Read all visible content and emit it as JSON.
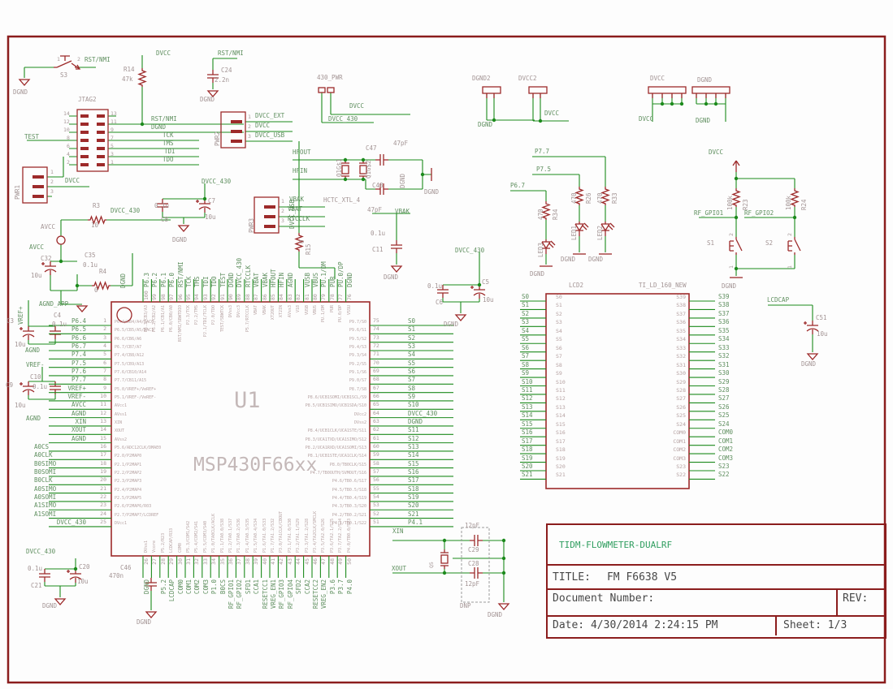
{
  "colors": {
    "wire": "#1c8a1c",
    "part": "#9d2a2a",
    "frame": "#8b1d1d",
    "net_label": "#5f8f5f",
    "part_name": "#a39494",
    "project_green": "#2f9e5f"
  },
  "title_block": {
    "project": "TIDM-FLOWMETER-DUALRF",
    "title_label": "TITLE:",
    "title": "FM F6638 V5",
    "doc_label": "Document Number:",
    "rev_label": "REV:",
    "date_label": "Date:",
    "date": "4/30/2014 2:24:15 PM",
    "sheet_label": "Sheet:",
    "sheet": "1/3"
  },
  "u1": {
    "ref": "U1",
    "value": "MSP430F66xx",
    "left": [
      [
        "1",
        "P6.4",
        "P6.4/CB4/A4/DAC0"
      ],
      [
        "2",
        "P6.5",
        "P6.5/CB5/A5/DAC1"
      ],
      [
        "3",
        "P6.6",
        "P6.6/CB6/A6"
      ],
      [
        "4",
        "P6.7",
        "P6.7/CB7/A7"
      ],
      [
        "5",
        "P7.4",
        "P7.4/CB8/A12"
      ],
      [
        "6",
        "P7.5",
        "P7.5/CB9/A13"
      ],
      [
        "7",
        "P7.6",
        "P7.6/CB10/A14"
      ],
      [
        "8",
        "P7.7",
        "P7.7/CB11/A15"
      ],
      [
        "9",
        "VREF+",
        "P5.0/VREF+/VeREF+"
      ],
      [
        "10",
        "VREF-",
        "P5.1/VREF-/VeREF-"
      ],
      [
        "11",
        "AVCC",
        "AVcc1"
      ],
      [
        "12",
        "AGND",
        "AVss1"
      ],
      [
        "13",
        "XIN",
        "XIN"
      ],
      [
        "14",
        "XOUT",
        "XOUT"
      ],
      [
        "15",
        "AGND",
        "AVss2"
      ],
      [
        "16",
        "A0CS",
        "P5.6/ADC12CLK/DMAE0"
      ],
      [
        "17",
        "A0CLK",
        "P2.0/P2MAP0"
      ],
      [
        "18",
        "B0SIMO",
        "P2.1/P2MAP1"
      ],
      [
        "19",
        "B0SOMI",
        "P2.2/P2MAP2"
      ],
      [
        "20",
        "B0CLK",
        "P2.3/P2MAP3"
      ],
      [
        "21",
        "A0SIMO",
        "P2.4/P2MAP4"
      ],
      [
        "22",
        "A0SOMI",
        "P2.5/P2MAP5"
      ],
      [
        "23",
        "A1SIMO",
        "P2.6/P2MAP6/R03"
      ],
      [
        "24",
        "A1SOMI",
        "P2.7/P2MAP7/LCDREF"
      ],
      [
        "25",
        "DVCC_430",
        "DVcc1"
      ]
    ],
    "right": [
      [
        "75",
        "S0",
        "P9.7/S0"
      ],
      [
        "74",
        "S1",
        "P9.6/S1"
      ],
      [
        "73",
        "S2",
        "P9.5/S2"
      ],
      [
        "72",
        "S3",
        "P9.4/S3"
      ],
      [
        "71",
        "S4",
        "P9.3/S4"
      ],
      [
        "70",
        "S5",
        "P9.2/S5"
      ],
      [
        "69",
        "S6",
        "P9.1/S6"
      ],
      [
        "68",
        "S7",
        "P9.0/S7"
      ],
      [
        "67",
        "S8",
        "P8.7/S8"
      ],
      [
        "66",
        "S9",
        "P8.6/UCB1SOMI/UCB1SCL/S9"
      ],
      [
        "65",
        "S10",
        "P8.5/UCB1SIMO/UCB1SDA/S10"
      ],
      [
        "64",
        "DVCC_430",
        "DVcc2"
      ],
      [
        "63",
        "DGND",
        "DVss2"
      ],
      [
        "62",
        "S11",
        "P8.4/UCB1CLK/UCA1STE/S11"
      ],
      [
        "61",
        "S12",
        "P8.3/UCA1TXD/UCA1SIMO/S12"
      ],
      [
        "60",
        "S13",
        "P8.2/UCA1RXD/UCA1SOMI/S13"
      ],
      [
        "59",
        "S14",
        "P8.1/UCB1STE/UCA1CLK/S14"
      ],
      [
        "58",
        "S15",
        "P8.0/TB0CLK/S15"
      ],
      [
        "57",
        "S16",
        "P4.7/TB0OUTH/SVMOUT/S16"
      ],
      [
        "56",
        "S17",
        "P4.6/TB0.6/S17"
      ],
      [
        "55",
        "S18",
        "P4.5/TB0.5/S18"
      ],
      [
        "54",
        "S19",
        "P4.4/TB0.4/S19"
      ],
      [
        "53",
        "S20",
        "P4.3/TB0.3/S20"
      ],
      [
        "52",
        "S21",
        "P4.2/TB0.2/S21"
      ],
      [
        "51",
        "P4.1",
        "P4.1/TB0.1/S22"
      ]
    ],
    "top": [
      [
        "100",
        "P6.3",
        "P6.3/CB3/A3"
      ],
      [
        "99",
        "P6.2",
        "P6.2/CB2/A2"
      ],
      [
        "98",
        "P6.1",
        "P6.1/CB1/A1"
      ],
      [
        "97",
        "P6.0",
        "P6.0/CB0/A0"
      ],
      [
        "96",
        "RST/NMI",
        "RST/NMI/SBWTDIO"
      ],
      [
        "95",
        "TCK",
        "PJ.3/TCK"
      ],
      [
        "94",
        "TMS",
        "PJ.2/TMS"
      ],
      [
        "93",
        "TDI",
        "PJ.1/TDI/TCLK"
      ],
      [
        "92",
        "TDO",
        "PJ.0/TDO"
      ],
      [
        "91",
        "TEST",
        "TEST/SBWTCK"
      ],
      [
        "90",
        "DGND",
        "DVss3"
      ],
      [
        "89",
        "DVCC_430",
        "DVcc3"
      ],
      [
        "88",
        "RTCCLK",
        "P5.7/RTCCLK"
      ],
      [
        "87",
        "VBAT",
        "VBAT"
      ],
      [
        "86",
        "VBAK",
        "VBAK"
      ],
      [
        "85",
        "HFOUT",
        "XT2OUT"
      ],
      [
        "84",
        "HFIN",
        "XT2IN"
      ],
      [
        "83",
        "AGND",
        "AVss3"
      ],
      [
        "82",
        "",
        "V18"
      ],
      [
        "81",
        "VUSB",
        "VUSB"
      ],
      [
        "80",
        "VBUS",
        "VBUS"
      ],
      [
        "79",
        "PU.1/DM",
        "PU.1/DM"
      ],
      [
        "78",
        "PUR",
        "PUR"
      ],
      [
        "77",
        "PU.0/DP",
        "PU.0/DP"
      ],
      [
        "76",
        "DGND",
        "VSSU"
      ]
    ],
    "bottom": [
      [
        "26",
        "DGND",
        "DVss1"
      ],
      [
        "27",
        "",
        "Vcore"
      ],
      [
        "28",
        "P5.2",
        "P5.2/R23"
      ],
      [
        "29",
        "LCDCAP",
        "LCDCAP/R33"
      ],
      [
        "30",
        "COM0",
        "COM0"
      ],
      [
        "31",
        "COM1",
        "P5.3/COM1/S42"
      ],
      [
        "32",
        "COM2",
        "P5.4/COM2/S41"
      ],
      [
        "33",
        "COM3",
        "P5.5/COM3/S40"
      ],
      [
        "34",
        "P1.0",
        "P1.0/TA0CLK/ACLK"
      ],
      [
        "35",
        "B0CS",
        "P1.1/TA0.0/S38"
      ],
      [
        "36",
        "RF_GPIO1",
        "P1.2/TA0.1/S37"
      ],
      [
        "37",
        "RF_GPIO2",
        "P1.3/TA0.2/S36"
      ],
      [
        "38",
        "SFD1",
        "P1.4/TA0.3/S35"
      ],
      [
        "39",
        "CCA1",
        "P1.5/TA0.4/S34"
      ],
      [
        "40",
        "RESETCC1",
        "P1.6/TA1.0/S33"
      ],
      [
        "41",
        "VREG_EN1",
        "P1.7/TA1.2/S32"
      ],
      [
        "42",
        "RF_GPIO3",
        "P3.0/TA1CLK/CBOUT"
      ],
      [
        "43",
        "RF_GPIO4",
        "P3.1/TA1.0/S30"
      ],
      [
        "44",
        "SFD2",
        "P3.2/TA1.1/S29"
      ],
      [
        "45",
        "CCA2",
        "P3.3/TA1.2/S28"
      ],
      [
        "46",
        "RESETCC2",
        "P3.4/TA2CLK/SMCLK"
      ],
      [
        "47",
        "VREG_EN2",
        "P3.5/TA2.0/S26"
      ],
      [
        "48",
        "P3.6",
        "P3.6/TA2.1/S25"
      ],
      [
        "49",
        "P3.7",
        "P3.7/TA2.2/S24"
      ],
      [
        "50",
        "P4.0",
        "P4.0/TB0.0/S23"
      ]
    ]
  },
  "lcd": {
    "ref": "LCD2",
    "value": "TI_LD_160_NEW",
    "left": [
      "S0",
      "S1",
      "S2",
      "S3",
      "S4",
      "S5",
      "S6",
      "S7",
      "S8",
      "S9",
      "S10",
      "S11",
      "S12",
      "S13",
      "S14",
      "S15",
      "S16",
      "S17",
      "S18",
      "S19",
      "S20",
      "S21"
    ],
    "right": [
      "S39",
      "S38",
      "S37",
      "S36",
      "S35",
      "S34",
      "S33",
      "S32",
      "S31",
      "S30",
      "S29",
      "S28",
      "S27",
      "S26",
      "S25",
      "S24",
      "COM0",
      "COM1",
      "COM2",
      "COM3",
      "S23",
      "S22"
    ]
  },
  "labels": [
    [
      "1",
      70,
      70,
      "num"
    ],
    [
      "2",
      95,
      70,
      "num"
    ],
    [
      "RST/NMI",
      104,
      70,
      "net"
    ],
    [
      "S3",
      74,
      89,
      "name"
    ],
    [
      "DGND",
      16,
      110,
      "name"
    ],
    [
      "DVCC",
      192,
      62,
      "net"
    ],
    [
      "R14",
      152,
      82,
      "name"
    ],
    [
      "47k",
      150,
      94,
      "name"
    ],
    [
      "RST/NMI",
      268,
      62,
      "net"
    ],
    [
      "C24",
      272,
      83,
      "name"
    ],
    [
      "2.2n",
      264,
      95,
      "name"
    ],
    [
      "DGND",
      246,
      119,
      "name"
    ],
    [
      "JTAG2",
      96,
      119,
      "name"
    ],
    [
      "TEST",
      30,
      165,
      "net"
    ],
    [
      "14",
      78,
      137,
      "num"
    ],
    [
      "12",
      78,
      147,
      "num"
    ],
    [
      "10",
      78,
      157,
      "num"
    ],
    [
      "8",
      82,
      167,
      "num"
    ],
    [
      "6",
      82,
      177,
      "num"
    ],
    [
      "4",
      82,
      187,
      "num"
    ],
    [
      "2",
      82,
      197,
      "num"
    ],
    [
      "13",
      136,
      137,
      "num"
    ],
    [
      "11",
      136,
      147,
      "num"
    ],
    [
      "9",
      136,
      157,
      "num"
    ],
    [
      "7",
      136,
      167,
      "num"
    ],
    [
      "5",
      136,
      177,
      "num"
    ],
    [
      "3",
      136,
      187,
      "num"
    ],
    [
      "1",
      136,
      197,
      "num"
    ],
    [
      "RST/NMI",
      186,
      143,
      "net"
    ],
    [
      "DGND",
      186,
      153,
      "net"
    ],
    [
      "TCK",
      200,
      163,
      "net"
    ],
    [
      "TMS",
      200,
      173,
      "net"
    ],
    [
      "TDI",
      202,
      183,
      "net"
    ],
    [
      "TDO",
      200,
      193,
      "net"
    ],
    [
      "PWR1",
      18,
      246,
      "name",
      "up"
    ],
    [
      "1",
      62,
      209,
      "num"
    ],
    [
      "2",
      62,
      221,
      "num"
    ],
    [
      "3",
      62,
      233,
      "num"
    ],
    [
      "DVCC",
      80,
      219,
      "net"
    ],
    [
      "PWR2",
      264,
      180,
      "name",
      "up"
    ],
    [
      "1",
      305,
      141,
      "num"
    ],
    [
      "2",
      305,
      153,
      "num"
    ],
    [
      "3",
      305,
      165,
      "num"
    ],
    [
      "DVCC_EXT",
      314,
      139,
      "net"
    ],
    [
      "DVCC",
      314,
      151,
      "net"
    ],
    [
      "DVCC_USB",
      314,
      163,
      "net"
    ],
    [
      "430_PWR",
      390,
      92,
      "name"
    ],
    [
      "DVCC",
      430,
      127,
      "net"
    ],
    [
      "DVCC_430",
      404,
      143,
      "net"
    ],
    [
      "PWR3",
      306,
      287,
      "name",
      "up"
    ],
    [
      "1",
      346,
      245,
      "num"
    ],
    [
      "2",
      346,
      257,
      "num"
    ],
    [
      "3",
      346,
      269,
      "num"
    ],
    [
      "VBAK",
      356,
      242,
      "net"
    ],
    [
      "VBAT",
      354,
      254,
      "net"
    ],
    [
      "RTCCLK",
      354,
      266,
      "net"
    ],
    [
      "DVCC_USB",
      356,
      282,
      "net",
      "up"
    ],
    [
      "R15",
      376,
      314,
      "name",
      "up"
    ],
    [
      "0",
      368,
      300,
      "name",
      "up"
    ],
    [
      "DVCC_430",
      248,
      220,
      "net"
    ],
    [
      "C7",
      256,
      244,
      "name"
    ],
    [
      "10u",
      252,
      264,
      "name"
    ],
    [
      "0.1u",
      190,
      250,
      "name"
    ],
    [
      "C8",
      198,
      267,
      "name"
    ],
    [
      "DGND",
      212,
      292,
      "name"
    ],
    [
      "HFOUT",
      360,
      184,
      "net"
    ],
    [
      "HFIN",
      360,
      207,
      "net"
    ],
    [
      "Q1G$1",
      414,
      218,
      "name",
      "up"
    ],
    [
      "Q1G$2",
      450,
      220,
      "name",
      "up"
    ],
    [
      "HCTC_XTL_4",
      398,
      243,
      "name"
    ],
    [
      "C47",
      450,
      179,
      "name"
    ],
    [
      "47pF",
      484,
      173,
      "name"
    ],
    [
      "C48",
      458,
      225,
      "name"
    ],
    [
      "47pF",
      452,
      255,
      "name"
    ],
    [
      "DGND",
      492,
      232,
      "name",
      "up"
    ],
    [
      "DGND",
      522,
      233,
      "name"
    ],
    [
      "VBAK",
      486,
      257,
      "net"
    ],
    [
      "0.1u",
      456,
      284,
      "name"
    ],
    [
      "C11",
      458,
      304,
      "name"
    ],
    [
      "DGND",
      472,
      338,
      "name"
    ],
    [
      "DVCC_430",
      560,
      305,
      "net"
    ],
    [
      "C5",
      593,
      344,
      "name"
    ],
    [
      "0.1u",
      526,
      349,
      "name"
    ],
    [
      "C6",
      536,
      369,
      "name"
    ],
    [
      "10u",
      594,
      366,
      "name"
    ],
    [
      "DGND",
      546,
      396,
      "name"
    ],
    [
      "DGND2",
      581,
      93,
      "name"
    ],
    [
      "DGND",
      588,
      150,
      "net"
    ],
    [
      "DVCC2",
      638,
      93,
      "name"
    ],
    [
      "DVCC",
      670,
      136,
      "net"
    ],
    [
      "DVCC",
      800,
      93,
      "name"
    ],
    [
      "DGND",
      858,
      95,
      "name"
    ],
    [
      "DVCC",
      786,
      143,
      "net"
    ],
    [
      "DGND",
      856,
      145,
      "net"
    ],
    [
      "P7.7",
      658,
      183,
      "net"
    ],
    [
      "P7.5",
      660,
      205,
      "net"
    ],
    [
      "P6.7",
      628,
      225,
      "net"
    ],
    [
      "470",
      662,
      271,
      "name",
      "up"
    ],
    [
      "R34",
      680,
      271,
      "name",
      "up"
    ],
    [
      "470",
      703,
      251,
      "name",
      "up"
    ],
    [
      "R26",
      721,
      251,
      "name",
      "up"
    ],
    [
      "470",
      735,
      251,
      "name",
      "up"
    ],
    [
      "R33",
      753,
      251,
      "name",
      "up"
    ],
    [
      "LED3",
      662,
      317,
      "name",
      "up"
    ],
    [
      "LED1",
      703,
      296,
      "name",
      "up"
    ],
    [
      "LED2",
      735,
      296,
      "name",
      "up"
    ],
    [
      "DGND",
      690,
      316,
      "name"
    ],
    [
      "DGND",
      724,
      316,
      "name"
    ],
    [
      "DGND",
      652,
      334,
      "name"
    ],
    [
      "DVCC",
      872,
      184,
      "net"
    ],
    [
      "100k",
      895,
      259,
      "name",
      "up"
    ],
    [
      "R23",
      914,
      259,
      "name",
      "up"
    ],
    [
      "100k",
      967,
      259,
      "name",
      "up"
    ],
    [
      "R24",
      986,
      259,
      "name",
      "up"
    ],
    [
      "RF_GPIO1",
      854,
      259,
      "net"
    ],
    [
      "RF_GPIO2",
      916,
      259,
      "net"
    ],
    [
      "S1",
      870,
      296,
      "name"
    ],
    [
      "S2",
      942,
      296,
      "name"
    ],
    [
      "2",
      897,
      291,
      "num",
      "up"
    ],
    [
      "1",
      897,
      331,
      "num",
      "up"
    ],
    [
      "2",
      969,
      291,
      "num",
      "up"
    ],
    [
      "1",
      969,
      331,
      "num",
      "up"
    ],
    [
      "DGND",
      888,
      349,
      "name"
    ],
    [
      "R3",
      114,
      250,
      "name"
    ],
    [
      "10",
      112,
      274,
      "name"
    ],
    [
      "DVCC_430",
      136,
      256,
      "net"
    ],
    [
      "AVCC",
      50,
      276,
      "name"
    ],
    [
      "AVCC",
      36,
      301,
      "net"
    ],
    [
      "C32",
      50,
      315,
      "name"
    ],
    [
      "10u",
      38,
      336,
      "name"
    ],
    [
      "C35",
      104,
      311,
      "name"
    ],
    [
      "0.1u",
      102,
      323,
      "name"
    ],
    [
      "R4",
      122,
      331,
      "name"
    ],
    [
      "0",
      116,
      354,
      "name"
    ],
    [
      "DGND",
      148,
      355,
      "net",
      "up"
    ],
    [
      "AGND_APP",
      48,
      371,
      "net"
    ],
    [
      "VREF+",
      22,
      400,
      "net",
      "up"
    ],
    [
      "C4",
      66,
      385,
      "name"
    ],
    [
      "0.1u",
      64,
      396,
      "name"
    ],
    [
      "C3",
      8,
      392,
      "name"
    ],
    [
      "10u",
      18,
      421,
      "name"
    ],
    [
      "AGND",
      31,
      428,
      "net"
    ],
    [
      "VREF-",
      32,
      446,
      "net"
    ],
    [
      "C10",
      37,
      461,
      "name"
    ],
    [
      "C9",
      7,
      471,
      "name"
    ],
    [
      "0.1u",
      40,
      473,
      "name"
    ],
    [
      "10u",
      18,
      496,
      "name"
    ],
    [
      "AGND",
      32,
      512,
      "net"
    ],
    [
      "DVCC_430",
      32,
      676,
      "net"
    ],
    [
      "0.1u",
      34,
      697,
      "name"
    ],
    [
      "C20",
      97,
      695,
      "name"
    ],
    [
      "10u",
      95,
      713,
      "name"
    ],
    [
      "C21",
      38,
      718,
      "name"
    ],
    [
      "DGND",
      52,
      743,
      "name"
    ],
    [
      "C46",
      148,
      696,
      "name"
    ],
    [
      "470n",
      134,
      706,
      "name"
    ],
    [
      "DGND",
      168,
      763,
      "name"
    ],
    [
      "XIN",
      483,
      651,
      "net"
    ],
    [
      "XOUT",
      482,
      697,
      "net"
    ],
    [
      "Q5",
      528,
      700,
      "num",
      "up"
    ],
    [
      "12pF",
      572,
      644,
      "name"
    ],
    [
      "C29",
      576,
      674,
      "name"
    ],
    [
      "C28",
      576,
      691,
      "name"
    ],
    [
      "12pF",
      572,
      716,
      "name"
    ],
    [
      "DNP",
      566,
      743,
      "name"
    ],
    [
      "DGND",
      600,
      754,
      "name"
    ],
    [
      "LCDCAP",
      944,
      366,
      "net"
    ],
    [
      "C51",
      1004,
      388,
      "name"
    ],
    [
      "10u",
      1005,
      408,
      "name"
    ],
    [
      "DGND",
      986,
      445,
      "name"
    ]
  ]
}
